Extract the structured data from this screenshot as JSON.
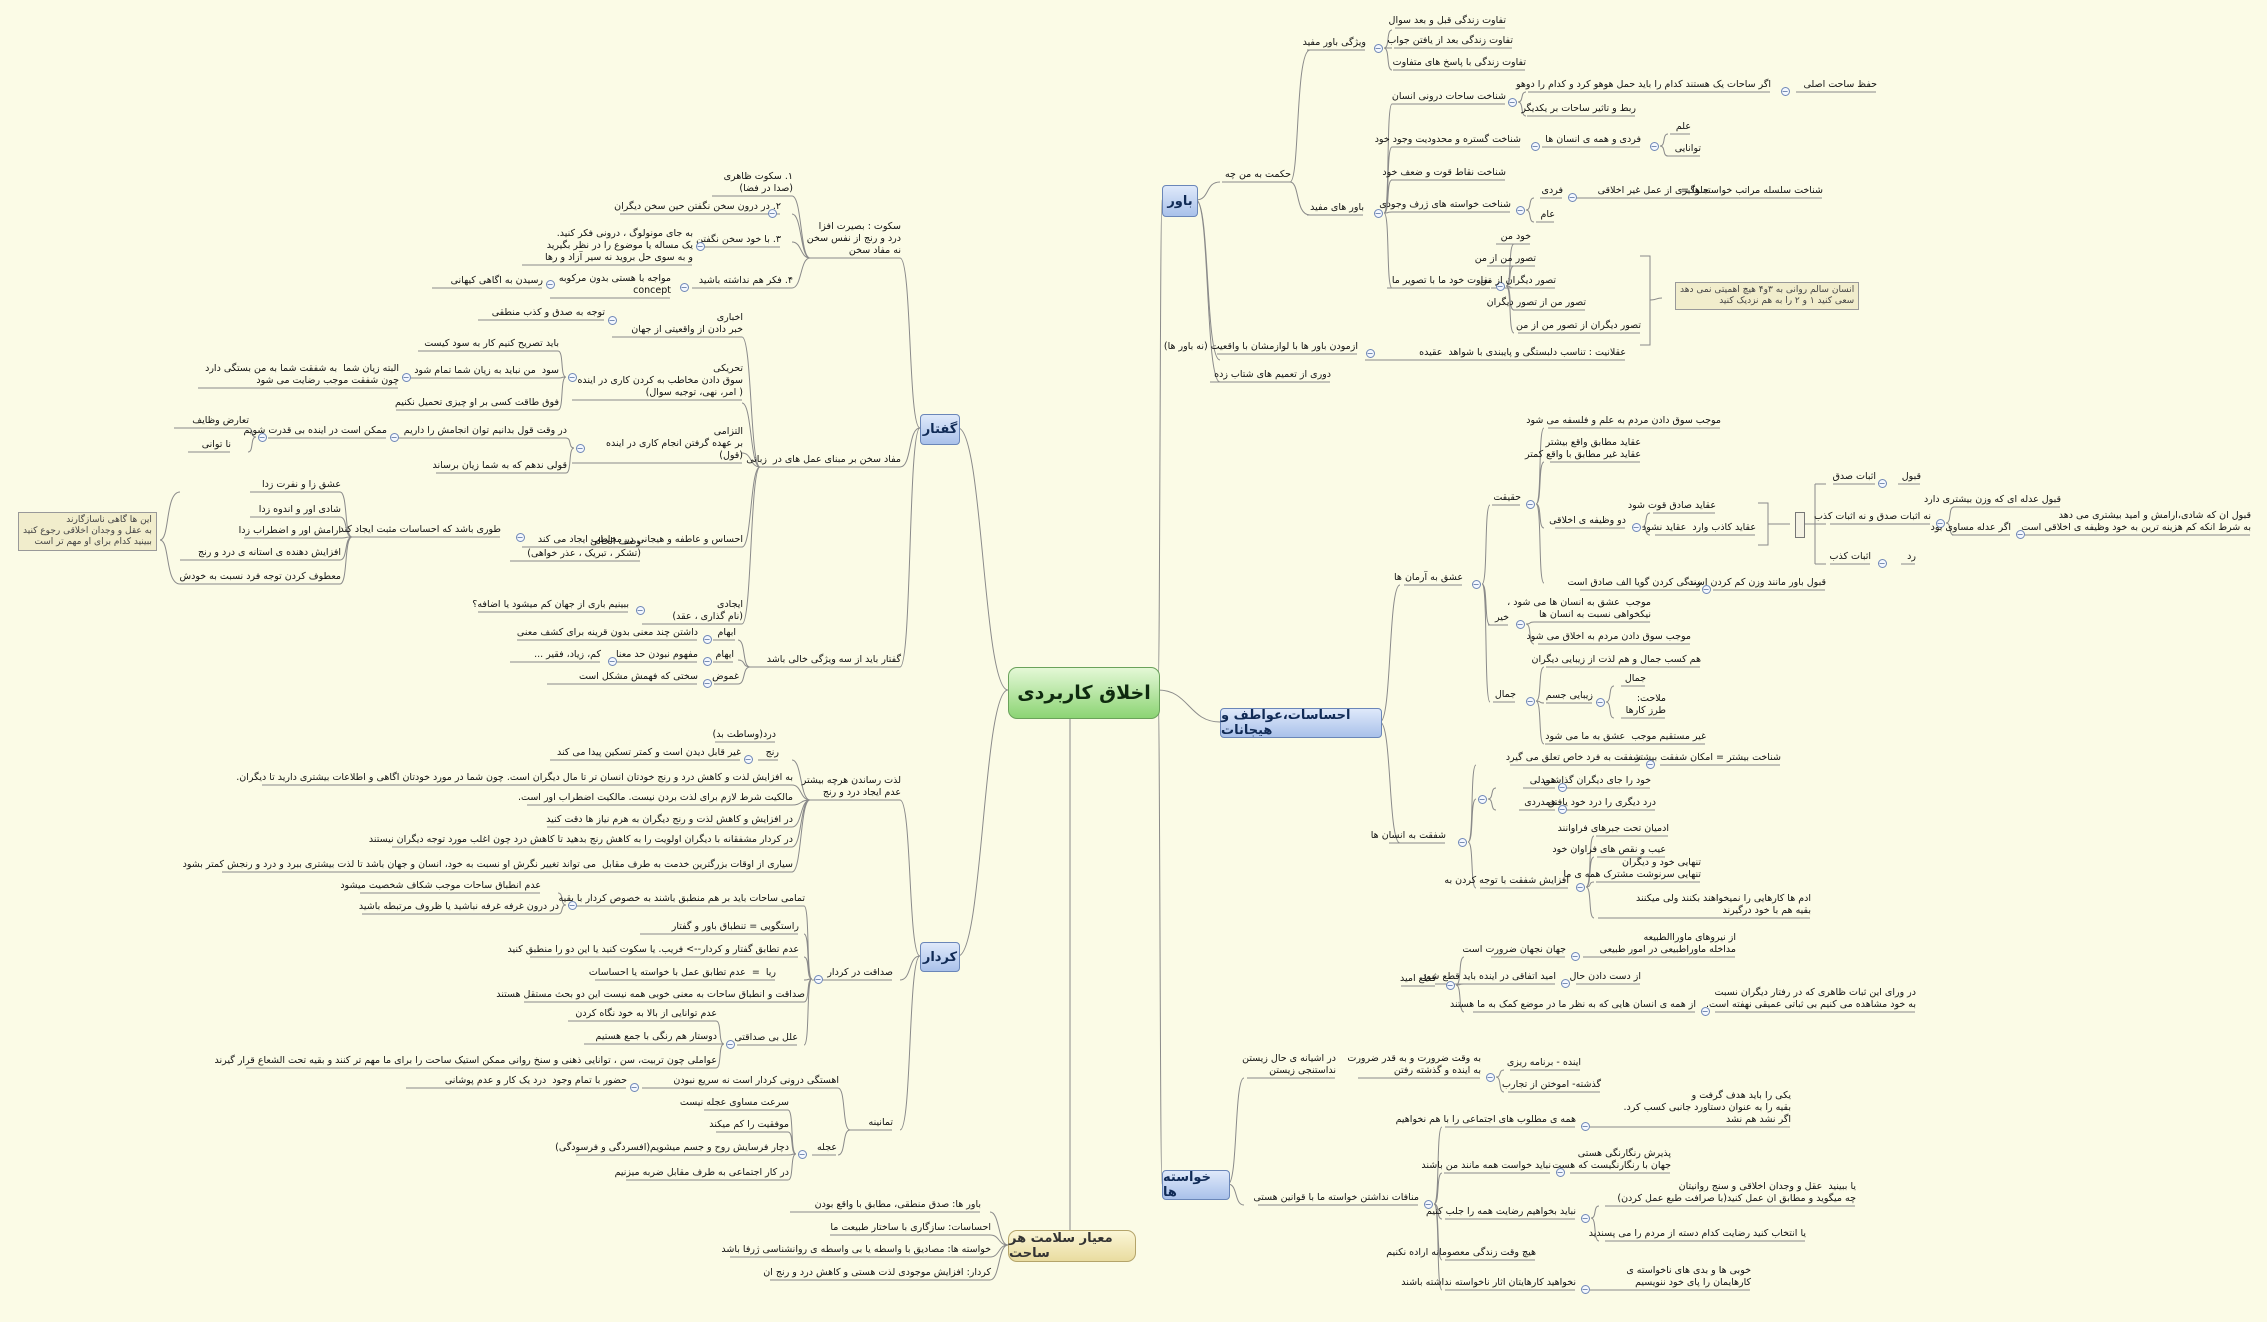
{
  "title": "اخلاق کاربردی",
  "branches": {
    "bavar": "باور",
    "ehsasat": "احساسات،عواطف و هیجانات",
    "khasteha": "خواسته ها",
    "goftar": "گفتار",
    "kerdar": "کردار",
    "meyar": "معیار سلامت هر ساحت"
  },
  "bavar": {
    "hekmat": "حکمت به من چه",
    "vizhegi": "ویژگی باور مفید",
    "v1": "تفاوت زندگی قبل و بعد سوال",
    "v2": "تفاوت زندگی بعد از یافتن جواب",
    "v3": "تفاوت زندگی با پاسخ های متفاوت",
    "bavarMofid": "باور های مفید",
    "sathat": "شناخت ساحات درونی انسان",
    "hefz": "اگر ساحات یک هستند کدام را باید حمل هوهو کرد و کدام را دوهو",
    "hefzR": "حفظ ساحت اصلی",
    "rabt": "ربط و تاثیر ساحات بر یکدیگر",
    "gostare": "شناخت گستره و محدودیت وجود خود",
    "fardi": "فردی و همه ی انسان ها",
    "elm": "علم",
    "tavanayi": "توانایی",
    "noghat": "شناخت نقاط قوت و ضعف خود",
    "khaste": "شناخت خواسته های ژرف وجودی",
    "fardi2": "فردی",
    "akhlaghi": "جلوگیری از عمل غیر اخلاقی",
    "selsele": "شناخت سلسله مراتب خواسته ها =",
    "aam": "عام",
    "tafavot": "تفاوت خود ما با تصویر ما",
    "khod": "خود من",
    "t1": "تصور من از من",
    "t2": "تصور دیگران از من",
    "t3": "تصور من از تصور دیگران",
    "t4": "تصور دیگران از تصور من از من",
    "note": "انسان سالم روانی به ۳و۴ هیچ اهمیتی نمی دهد\nسعی کنید ۱ و ۲ را به هم نزدیک کنید",
    "aghlaniat": "عقلانیت : تناسب دلبستگی و پایبندی با شواهد  عقیده",
    "azmoodan": "ازمودن باور ها با لوازمشان با واقعیت (نه باور ها)",
    "doori": "دوری از تعمیم های شتاب زده"
  },
  "ehsas": {
    "eshgh": "عشق به آرمان ها",
    "haghighat": "حقیقت",
    "h1": "موجب سوق دادن مردم به علم و فلسفه می شود",
    "h2": "عقاید مطابق واقع بیشتر\nعقاید غیر مطابق با واقع کمتر",
    "h3": "دو وظیفه ی اخلاقی",
    "h3a": "عقاید صادق قوت شود",
    "h3b": "عقاید کاذب وارد  عقاید نشود",
    "qobool": "قبول",
    "esbatSedgh": "اثبات صدق",
    "naEsbat": "نه اثبات صدق و نه اثبات کذب",
    "rad": "رد",
    "esbatKezb": "اثبات کذب",
    "qoboolAdle": "قبول عدله ای که وزن بیشتری دارد",
    "agarAdle": "اگر عدله مساوی بود",
    "qoboolShadi": "قبول ان که شادی،ارامش و امید بیشتری می دهد\nبه شرط انکه کم هزینه ترین به خود وظیفه ی اخلاقی است",
    "zendegi": "زندگی کردن گویا الف صادق است",
    "qoboolVazn": "قبول باور مانند وزن کم کردن است",
    "kheyr": "خیر",
    "k1": "موجب  عشق به انسان ها می شود ،\nنیکخواهی نسبت به انسان ها",
    "k2": "موجب سوق دادن مردم به اخلاق می شود",
    "jamal": "جمال",
    "j1": "هم کسب جمال و هم لذت از زیبایی دیگران",
    "jesm": "زیبایی جسم",
    "j2": "جمال",
    "j3": "ملاحت:\nطرز کارها",
    "j4": "غیر مستقیم موجب  عشق به ما می شود",
    "shafaghat": "شفقت به انسان ها",
    "shaf1": "شفقت به فرد خاص تعلق می گیرد",
    "shaf1r": "شناخت بیشتر = امکان شفقت بیشتر",
    "hamdeli": "همدلی",
    "hd": "خود را جای دیگران گذاشتن",
    "hamdardi": "همدردی",
    "hdr": "درد دیگری را درد خود یافتن",
    "afzayesh": "افزایش شفقت با توجه کردن به",
    "a1": "ادمیان تحت جبرهای فراوانند",
    "a2": "عیب و نقص های فراوان خود",
    "a3": "تنهایی خود و دیگران\nتنهایی سرنوشت مشترک همه ی ما",
    "a4": "ادم ها کارهایی را نمیخواهند بکنند ولی میکنند\nبقیه هم با خود درگیرند",
    "ghat": "قطع امید",
    "gh1": "جهان نجهان ضرورت است",
    "gh1a": "از نیروهای ماوراالطبیعه\nمداخله ماوراطبیعی در امور طبیعی",
    "gh2": "امید اتفاقی در اینده باید قطع شود",
    "gh2a": "از دست دادن حال",
    "gh3": "از همه ی انسان هایی که به نظر ما در موضع کمک به ما هستند",
    "gh3a": "در ورای این ثبات ظاهری که در رفتار دیگران نسبت\nبه خود مشاهده می کنیم بی ثباتی عمیقی نهفته است."
  },
  "khaste": {
    "dar": "در اشیانه ی حال زیستن\nنداستنجی زیستن",
    "be": "به وقت ضرورت و به قدر ضرورت\nبه اینده و گذشته رفتن",
    "ayande": "اینده - برنامه ریزی",
    "gozashte": "گذشته- اموختن از تجارب",
    "manafat": "منافات نداشتن خواسته ما با قوانین هستی",
    "m1": "همه ی مطلوب های اجتماعی را با هم نخواهیم",
    "m1a": "یکی را باید هدف گرفت و\nبقیه را به عنوان دستاورد جانبی کسب کرد.\nاگر نشد هم نشد",
    "m2": "نباید خواست همه مانند من باشند",
    "m2a": "پذیرش رنگارنگی هستی\nجهان با رنگارنگیست که هست",
    "m3": "نباید بخواهیم رضایت همه را جلب کنیم",
    "m3a": "یا ببینید  عقل و وجدان اخلاقی و سنج روانیتان\nچه میگوید و مطابق ان عمل کنید(با صرافت طبع عمل کردن)",
    "m3b": "یا انتخاب کنید رضایت کدام دسته از مردم را می پسندید",
    "m4": "هیچ وقت زندگی معصومانه اراده نکنیم",
    "m5": "نخواهید کارهایتان اثار ناخواسته نداشته باشند",
    "m5a": "خوبی ها و بدی های ناخواسته ی\nکارهایمان را پای خود ننویسیم"
  },
  "goftar": {
    "sokootHead": "سکوت : بصیرت افزا\nدرد و رنج از نفس سخن\nنه مفاد سخن",
    "s1": "۱. سکوت ظاهری\n(صدا در فضا)",
    "s2": "۲. در درون سخن نگفتن حین سخن دیگران",
    "s3": "۳. با خود سخن نگفتن",
    "s3a": "به جای مونولوگ ، درونی فکر کنید.\nیک مساله یا موضوع را در نظر بگیرید\nو به سوی حل بروید نه سیر آزاد و رها",
    "s4": "۴. فکر هم نداشته باشید",
    "s4a": "مواجه با هستی بدون مرکوبه\nconcept",
    "s4b": "رسیدن به اگاهی کیهانی",
    "mofad": "مفاد سخن بر مبنای عمل های در  زبانی",
    "ekhbari": "اخباری\nخبر دادن از واقعیتی از جهان",
    "e1": "توجه به صدق و کذب منطقی",
    "tahriki": "تحریکی\nسوق دادن مخاطب به کردن کاری در اینده\n( امر، نهی، توجیه سوال)",
    "th1": "باید تصریح کنیم کار به سود کیست",
    "th2": "سود  من نباید به زیان شما تمام شود",
    "th2a": "البته زیان شما  به شفقت شما به من بستگی دارد\nچون شفقت موجب رضایت می شود",
    "th3": "فوق طاقت کسی بر او چیزی تحمیل نکنیم",
    "eltezami": "التزامی\nبر عهده گرفتن انجام کاری در اینده\n(قول)",
    "el1": "در وقت قول بدانیم توان انجامش را داریم",
    "el1a": "ممکن است در اینده بی قدرت شویم",
    "el1b": "تعارض وظایف",
    "el1c": "نا توانی",
    "el2": "قولی ندهم که به شما زیان برساند",
    "ehsasi": "احساس و عاطفه و هیجانی در مخاطب ایجاد می کند",
    "vasfi": "وصف الحالی\n(تشکر ، تبریک ، عذر خواهی)",
    "vasf2": "طوری باشد که احساسات مثبت ایجاد کند",
    "p1": "عشق زا و نفرت زدا",
    "p2": "شادی اور و اندوه زدا",
    "p3": "ارامش اور و اضطراب زدا",
    "p4": "افزایش دهنده ی استانه ی درد و رنج",
    "p5": "معطوف کردن توجه فرد نسبت به خودش",
    "note": "این ها گاهی ناسازگارند\nبه عقل و وجدان اخلاقی رجوع کنید\nببینید کدام برای او مهم تر است",
    "ijadi": "ایجادی\n(نام گذاری ، عقد)",
    "ijadiA": "ببینیم باری از جهان کم میشود یا اضافه؟",
    "khali": "گفتار باید از سه ویژگی خالی باشد",
    "ibham": "ابهام",
    "ibhamA": "داشتن چند معنی بدون قرینه برای کشف معنی",
    "iham": "ایهام",
    "ihamA": "مفهوم نبودن حد معنا",
    "ihamB": "کم، زیاد، فقیر ...",
    "ghomooz": "غموض",
    "ghomoozA": "سختی که فهمش مشکل است"
  },
  "kerdar": {
    "lezzat": "لذت رساندن هرچه بیشتر\nعدم ایجاد درد و رنج",
    "dard": "درد(وساطت بد)",
    "ranj": "رنج",
    "ranjA": "غیر قابل دیدن است و کمتر تسکین پیدا می کند",
    "k1": "به افزایش لذت و کاهش درد و رنج خودتان انسان تر تا مال دیگران است. چون شما در مورد خودتان اگاهی و اطلاعات بیشتری دارید تا دیگران.",
    "k2": "مالکیت شرط لازم برای لذت بردن نیست. مالکیت اضطراب اور است.",
    "k3": "در افزایش و کاهش لذت و رنج دیگران به هرم نیاز ها دقت کنید",
    "k4": "در کردار مشفقانه با دیگران اولویت را به کاهش رنج بدهید تا کاهش درد چون اغلب مورد توجه دیگران نیستند",
    "k5": "سیاری از اوقات بزرگترین خدمت به طرف مقابل  می تواند تغییر نگرش او نسبت به خود، انسان و جهان باشد تا لذت بیشتری ببرد و درد و رنجش کمتر بشود",
    "sedaghat": "صداقت در کردار",
    "sd1": "تمامی ساحات باید بر هم منطبق باشند به خصوص کردار با بقیه",
    "sd1a": "عدم انطباق ساحات موجب شکاف شخصیت میشود",
    "sd1b": "در درون غرفه غرفه نباشید یا ظروف مرتبطه باشید",
    "sd2": "راستگویی = تنطباق باور و گفتار",
    "sd3": "عدم تطابق گفتار و کردار--> فریب. یا سکوت کنید یا این دو را منطبق کنید",
    "sd4": "ریا  =  عدم تطابق عمل با خواسته یا احساسات",
    "sd5": "صداقت و انطباق ساحات به معنی خوبی همه نیست این دو بحث مستقل هستند",
    "ellal": "علل بی صداقتی",
    "el1": "عدم توانایی از بالا به خود نگاه کردن",
    "el2": "دوستار هم رنگی با جمع هستیم",
    "el3": "عواملی چون تربیت، سن ، توانایی ذهنی و سنخ روانی ممکن استیک ساحت را برای ما مهم تر کنند و بقیه تحت الشعاع قرار گیرند",
    "tamaniye": "تمانینه",
    "tm1": "اهستگی درونی کردار است نه سریع نبودن",
    "tm1a": "حضور با تمام وجود  درد یک کار و عدم پوشانی",
    "ajale": "عجله",
    "aj1": "سرعت مساوی عجله نیست",
    "aj2": "موفقیت را کم میکند",
    "aj3": "دچار فرسایش روح و جسم میشویم(افسردگی و فرسودگی)",
    "aj4": "در کار اجتماعی به طرف مقابل ضربه میزنیم"
  },
  "meyar": {
    "m1": "باور ها: صدق منطقی، مطابق با واقع بودن",
    "m2": "احساسات: سازگاری با ساختار طبیعت ما",
    "m3": "خواسته ها: مصادیق با واسطه یا بی واسطه ی روانشناسی ژرفا باشد",
    "m4": "کردار: افزایش موجودی لذت هستی و کاهش درد و رنج ان"
  }
}
